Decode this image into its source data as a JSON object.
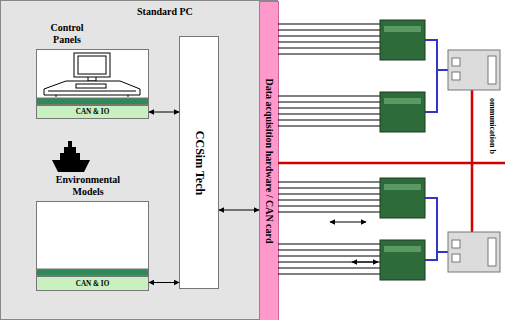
{
  "diagram": {
    "nodes": [
      {
        "text": [
          "Standard PC"
        ]
      },
      {
        "text": [
          "Control Panels"
        ],
        "in": 0
      },
      {
        "text": [
          "CAN & IO"
        ],
        "in": 0
      },
      {
        "text": [
          "Environmental Models"
        ],
        "in": 0
      },
      {
        "text": [
          "CAN & IO"
        ],
        "in": 0
      },
      {
        "text": [
          "CCSim Tech"
        ],
        "in": 0
      },
      {
        "text": [
          "Data acquisition hardware / CAN card"
        ],
        "in": 0
      }
    ],
    "edges": [
      {
        "from": 2,
        "to": 5,
        "arrow": "both"
      },
      {
        "from": 4,
        "to": 5,
        "arrow": "both"
      },
      {
        "from": 5,
        "to": 6,
        "arrow": "both"
      }
    ],
    "labels": [
      "ommunication b"
    ]
  }
}
